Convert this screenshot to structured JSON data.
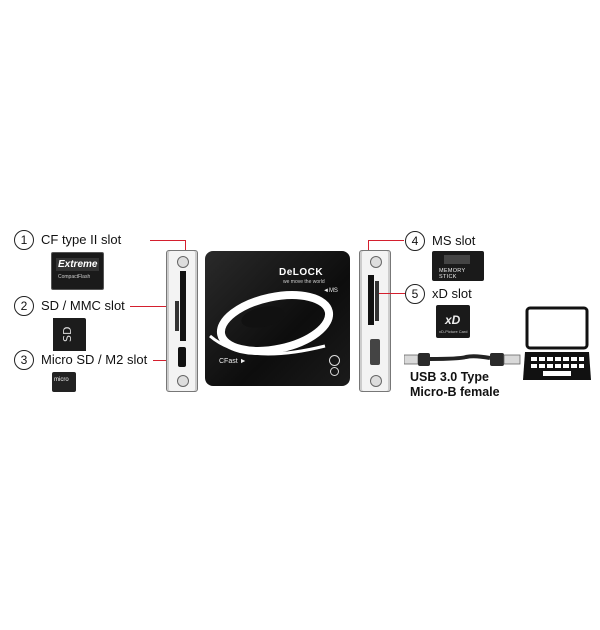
{
  "slots": [
    {
      "number": "1",
      "label": "CF type II slot"
    },
    {
      "number": "2",
      "label": "SD / MMC slot"
    },
    {
      "number": "3",
      "label": "Micro SD / M2 slot"
    },
    {
      "number": "4",
      "label": "MS slot"
    },
    {
      "number": "5",
      "label": "xD slot"
    }
  ],
  "device": {
    "brand": "DeLOCK",
    "tagline": "we move the world",
    "ms_marker": "◄MS",
    "cfast_marker": "CFast ►"
  },
  "cards": {
    "cf_brand": "Extreme",
    "cf_sub": "CompactFlash",
    "ms_text": "MEMORY STICK",
    "xd_text": "xD-Picture Card",
    "microsd_text": "micro"
  },
  "usb": {
    "line1": "USB 3.0 Type",
    "line2": "Micro-B female"
  },
  "colors": {
    "accent_line": "#d41f2e",
    "device_body": "#111111"
  }
}
